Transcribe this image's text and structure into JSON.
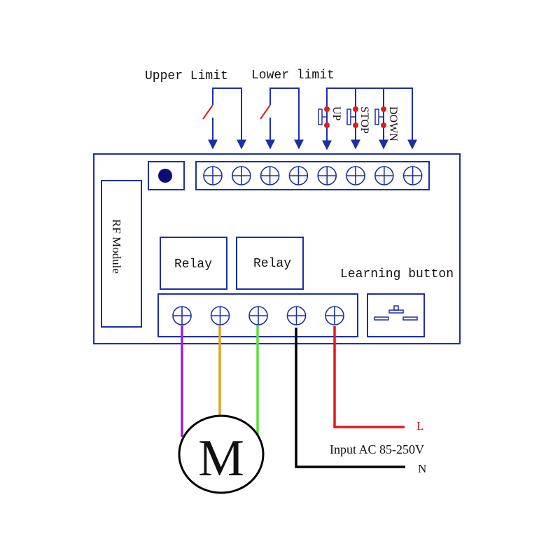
{
  "labels": {
    "upper_limit": "Upper Limit",
    "lower_limit": "Lower limit",
    "up": "UP",
    "stop": "STOP",
    "down": "DOWN",
    "rf_module": "RF Module",
    "relay_1": "Relay",
    "relay_2": "Relay",
    "learning_button": "Learning button",
    "motor": "M",
    "live": "L",
    "neutral": "N",
    "input": "Input AC 85-250V"
  },
  "colors": {
    "board": "#1c2fa8",
    "led": "#0d0d7a",
    "button_dot": "#e01b1b",
    "switch_lever": "#e01b1b",
    "wire_purple": "#9b1fd6",
    "wire_orange": "#e5a11e",
    "wire_green": "#5ee03a",
    "wire_black": "#000000",
    "wire_red": "#e01b1b",
    "text_live": "#e01b1b"
  },
  "top_terminal_count": 8,
  "bottom_terminal_count": 5
}
